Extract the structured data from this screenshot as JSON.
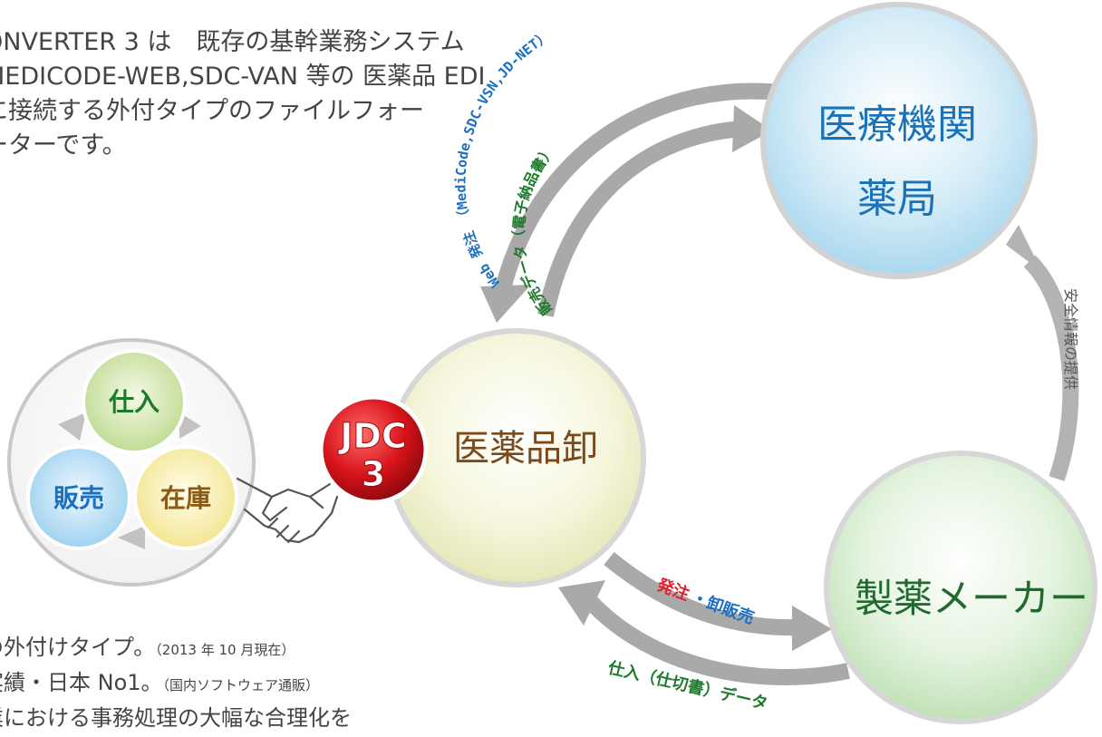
{
  "intro_lines": [
    "ONVERTER 3 は　既存の基幹業務システム",
    "MEDICODE-WEB,SDC-VAN 等の 医薬品 EDI",
    "に接続する外付タイプのファイルフォー",
    "ーターです。"
  ],
  "features": [
    {
      "text": "の外付けタイプ。",
      "note": "（2013 年 10 月現在）"
    },
    {
      "text": "実績・日本 No1。",
      "note": "（国内ソフトウェア通販）"
    },
    {
      "text": "業における事務処理の大幅な合理化を",
      "note": ""
    }
  ],
  "nodes": {
    "medical": {
      "line1": "医療機関",
      "line2": "薬局"
    },
    "wholesaler": {
      "label": "医薬品卸"
    },
    "manufacturer": {
      "label": "製薬メーカー"
    }
  },
  "badge": {
    "line1": "JDC",
    "line2": "3"
  },
  "cycle": {
    "purchase": "仕入",
    "sales": "販売",
    "stock": "在庫"
  },
  "flows": {
    "web_order_prefix": "Web 発注 ",
    "web_order_systems": "（MediCode,SDC-VSN,JD-NET）",
    "sales_data": "販売データ（電子納品書）",
    "safety_info": "安全情報の提供",
    "order_label": "発注",
    "wholesale_sales_label": "・卸販売",
    "purchase_data": "仕入（仕切書）データ"
  },
  "colors": {
    "arrow_gray": "#a9a9a9",
    "medical_text": "#1a72b8",
    "wholesaler_text": "#7a4a1c",
    "manufacturer_text": "#1f6b2e",
    "badge_red": "#d8131a",
    "label_blue": "#1b6fc2",
    "label_green": "#1c7a2a",
    "label_red": "#e0202a"
  }
}
